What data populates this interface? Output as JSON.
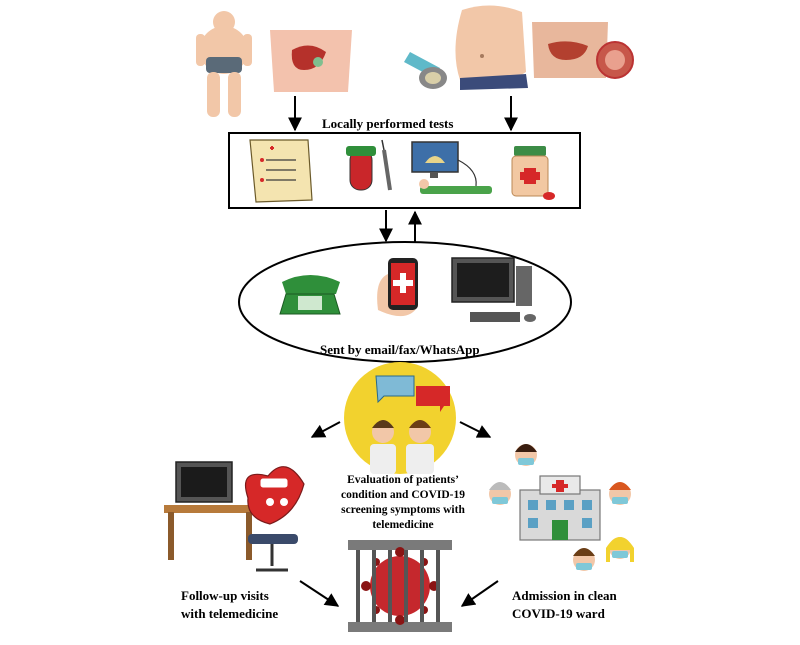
{
  "diagram": {
    "labels": {
      "local_tests": "Locally performed  tests",
      "sent_by": "Sent by email/fax/WhatsApp",
      "evaluation": "Evaluation of patients’ condition and COVID-19 screening symptoms with telemedicine",
      "follow_up": "Follow-up visits with telemedicine",
      "admission": "Admission in clean COVID-19 ward"
    },
    "icons": {
      "top_row": [
        "obese-woman-icon",
        "liver-torso-icon",
        "syringe-pump-icon",
        "obese-abdomen-icon",
        "torso-surgery-icon"
      ],
      "tests_box": [
        "medical-report-icon",
        "blood-sample-icon",
        "ultrasound-icon",
        "medicine-bottle-icon"
      ],
      "communication": [
        "telephone-icon",
        "smartphone-icon",
        "computer-icon"
      ],
      "evaluation": "doctors-consultation-icon",
      "follow_up": "heart-doctor-desk-icon",
      "admission": [
        "hospital-building-icon",
        "masked-patients-icon"
      ],
      "center": "caged-virus-icon"
    },
    "colors": {
      "stroke": "#000000",
      "skin": "#f2c7a8",
      "red": "#d62828",
      "yellow_circle": "#f2d22e",
      "green": "#2f8f3a"
    }
  }
}
